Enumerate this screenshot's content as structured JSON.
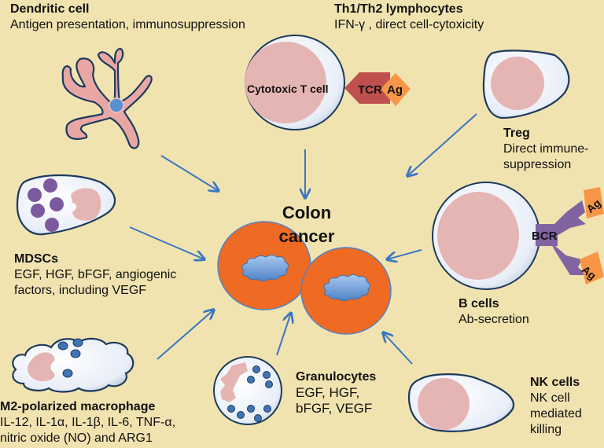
{
  "diagram": {
    "center": {
      "title_line1": "Colon",
      "title_line2": "cancer"
    },
    "cells": {
      "dendritic": {
        "title": "Dendritic cell",
        "desc": "Antigen presentation, immunosuppression"
      },
      "th": {
        "title": "Th1/Th2 lymphocytes",
        "desc": "IFN-γ , direct cell-cytoxicity",
        "cell_label": "Cytotoxic T cell",
        "receptor": "TCR",
        "antigen": "Ag"
      },
      "treg": {
        "title": "Treg",
        "desc_line1": "Direct immune-",
        "desc_line2": "suppression"
      },
      "mdsc": {
        "title": "MDSCs",
        "desc_line1": "EGF, HGF, bFGF, angiogenic",
        "desc_line2": "factors, including VEGF"
      },
      "bcell": {
        "title": "B cells",
        "desc": "Ab-secretion",
        "receptor": "BCR",
        "antigen1": "Ag",
        "antigen2": "Ag"
      },
      "macrophage": {
        "title": "M2-polarized macrophage",
        "desc_line1": "IL-12,  IL-1α,  IL-1β,  IL-6,  TNF-α,",
        "desc_line2": "nitric oxide (NO) and ARG1"
      },
      "granulocyte": {
        "title": "Granulocytes",
        "desc_line1": "EGF, HGF,",
        "desc_line2": "bFGF, VEGF"
      },
      "nk": {
        "title": "NK cells",
        "desc_line1": "NK cell",
        "desc_line2": "mediated",
        "desc_line3": "killing"
      }
    },
    "colors": {
      "background": "#f1e3b0",
      "cancer_cell": "#ef6a23",
      "nucleus_blue": "#5b8fd0",
      "nucleus_pink": "#e5b5b3",
      "cell_body": "#eef3fb",
      "outline": "#1c3a5e",
      "arrow": "#3a78c2",
      "tcr": "#c0504d",
      "bcr": "#8064a2",
      "antigen": "#f79646",
      "granule_purple": "#7b5aa0"
    }
  }
}
